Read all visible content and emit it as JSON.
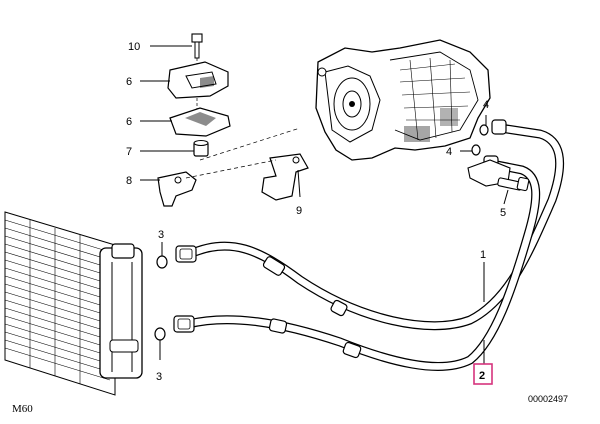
{
  "diagram": {
    "model_label": "M60",
    "part_number": "00002497",
    "callouts": {
      "c10": "10",
      "c6a": "6",
      "c6b": "6",
      "c7": "7",
      "c8": "8",
      "c9": "9",
      "c4a": "4",
      "c4b": "4",
      "c5": "5",
      "c3a": "3",
      "c3b": "3",
      "c1": "1",
      "c2": "2"
    },
    "highlight_color": "#d6337d"
  }
}
